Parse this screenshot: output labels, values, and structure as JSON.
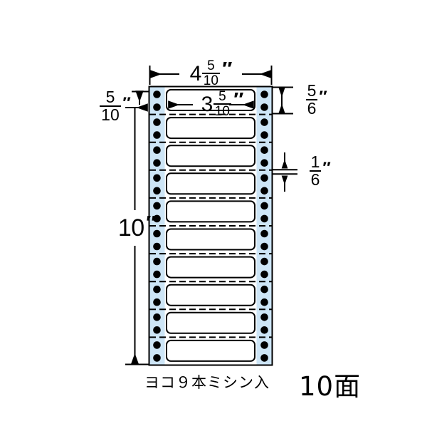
{
  "sheet": {
    "rows": 10,
    "holes_per_row_side": 2,
    "margin_color": "#cde5f6",
    "label_fill": "#ffffff",
    "line_color": "#000000"
  },
  "dimensions": {
    "overall_width": {
      "whole": "4",
      "numerator": "5",
      "denominator": "10",
      "unit": "″"
    },
    "label_width": {
      "whole": "3",
      "numerator": "5",
      "denominator": "10",
      "unit": "″"
    },
    "overall_height": {
      "whole": "10",
      "numerator": "",
      "denominator": "",
      "unit": "″"
    },
    "margin_width": {
      "whole": "",
      "numerator": "5",
      "denominator": "10",
      "unit": "″"
    },
    "label_height": {
      "whole": "",
      "numerator": "5",
      "denominator": "6",
      "unit": "″"
    },
    "row_gap": {
      "whole": "",
      "numerator": "1",
      "denominator": "6",
      "unit": "″"
    }
  },
  "captions": {
    "perforation_note": "ヨコ９本ミシン入",
    "face_count": "10面"
  }
}
